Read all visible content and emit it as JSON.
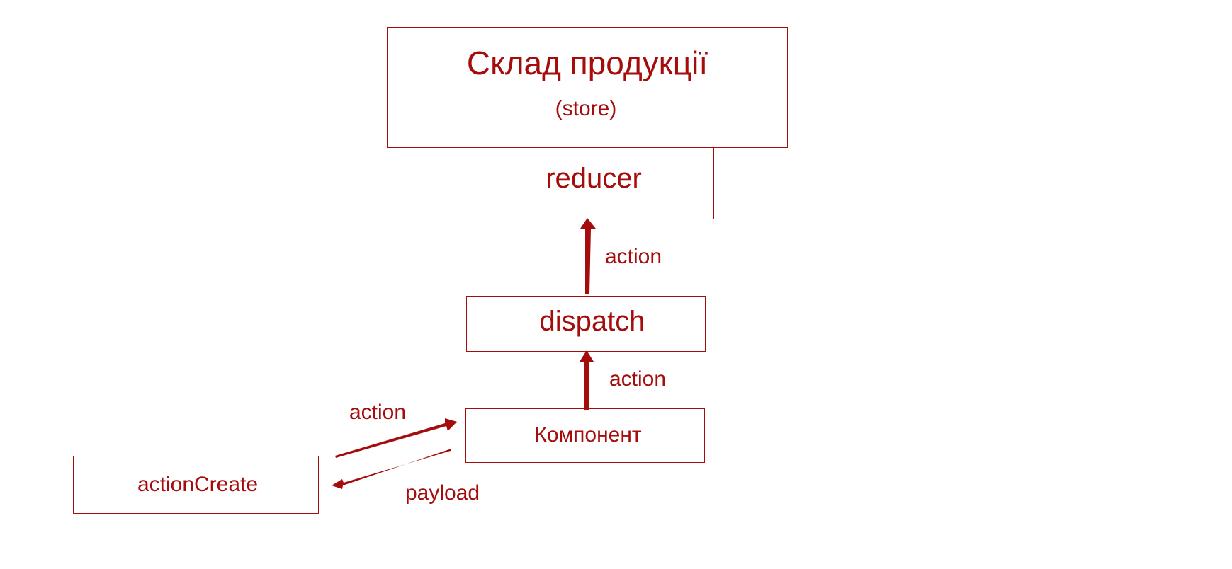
{
  "colors": {
    "accent": "#a50d0d",
    "background": "#ffffff"
  },
  "diagram": {
    "store": {
      "title": "Склад продукції",
      "subtitle": "(store)"
    },
    "reducer": {
      "label": "reducer"
    },
    "dispatch": {
      "label": "dispatch"
    },
    "component": {
      "label": "Компонент"
    },
    "action_creator": {
      "label": "actionCreate"
    },
    "edges": {
      "dispatch_to_reducer": "action",
      "component_to_dispatch": "action",
      "creator_to_component": "action",
      "component_to_creator": "payload"
    }
  }
}
